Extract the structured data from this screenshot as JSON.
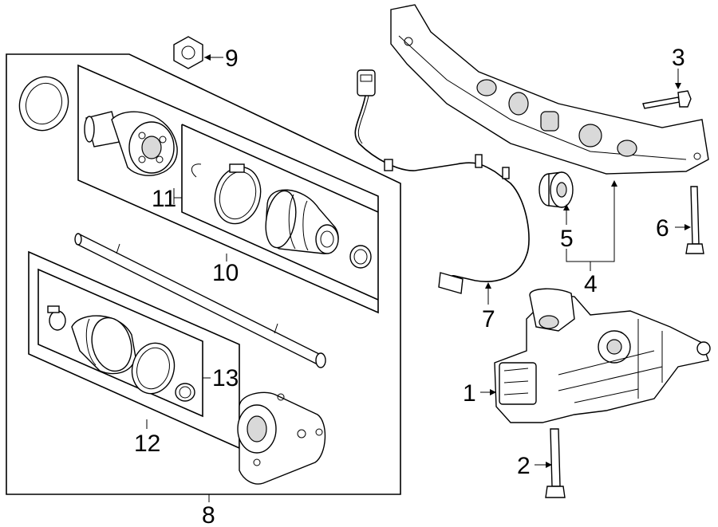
{
  "callouts": {
    "c1": "1",
    "c2": "2",
    "c3": "3",
    "c4": "4",
    "c5": "5",
    "c6": "6",
    "c7": "7",
    "c8": "8",
    "c9": "9",
    "c10": "10",
    "c11": "11",
    "c12": "12",
    "c13": "13"
  },
  "colors": {
    "line": "#000000",
    "background": "#ffffff",
    "shade": "#d9d9d9"
  }
}
